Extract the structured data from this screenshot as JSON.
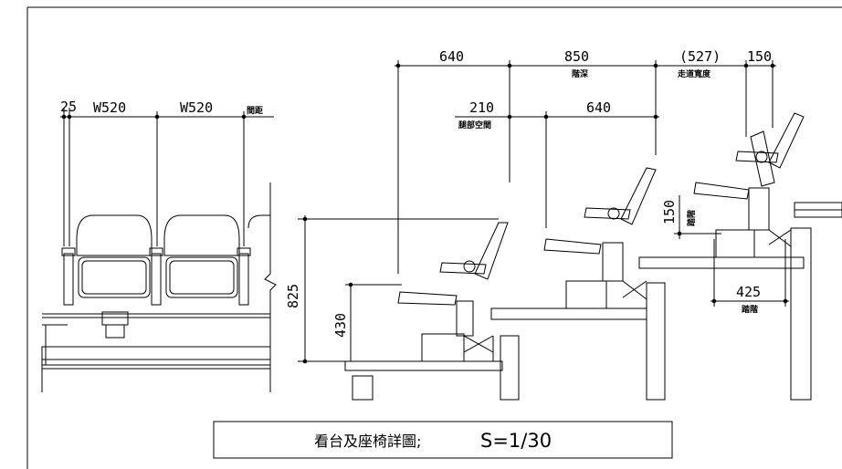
{
  "front_view": {
    "dim_aisle": "25",
    "dim_seat_a": "W520",
    "dim_seat_b": "W520",
    "dim_pitch_label": "間距"
  },
  "section_view": {
    "dim_front_640": "640",
    "dim_tread_depth": "850",
    "dim_tread_depth_label": "階深",
    "dim_aisle_width": "(527)",
    "dim_aisle_width_label": "走道寬度",
    "dim_end_150": "150",
    "dim_leg_space": "210",
    "dim_leg_space_label": "腿部空間",
    "dim_back_640": "640",
    "dim_height_825": "825",
    "dim_height_430": "430",
    "dim_riser_150": "150",
    "dim_riser_label": "踏階",
    "dim_step_425": "425",
    "dim_step_label": "踏階"
  },
  "title_box": {
    "title": "看台及座椅詳圖;",
    "scale": "S=1/30"
  }
}
